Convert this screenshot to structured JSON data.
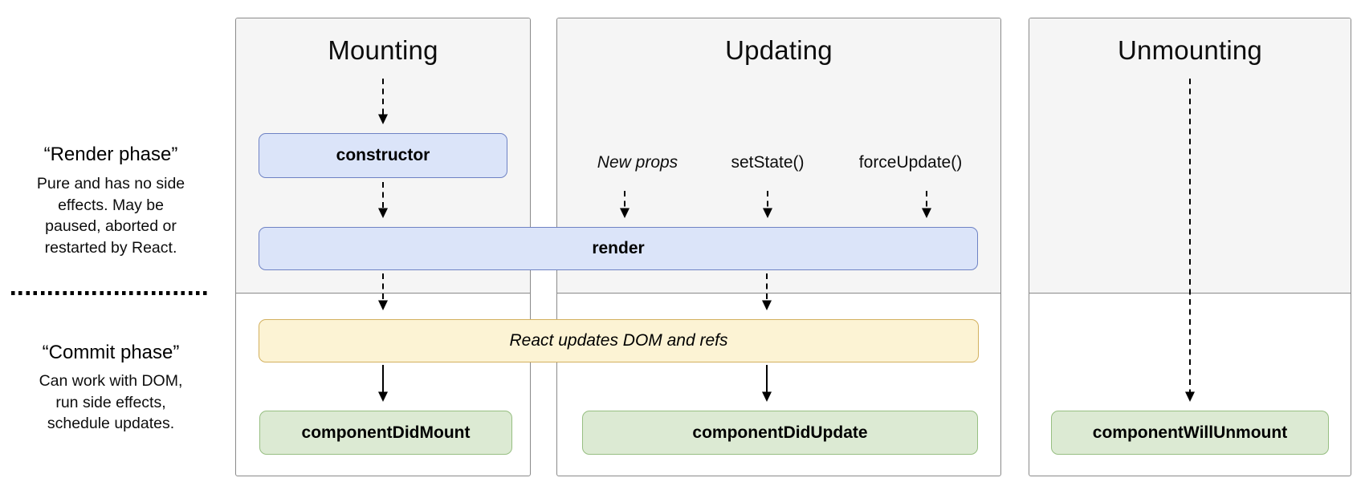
{
  "sidebar": {
    "render_phase": {
      "title": "“Render phase”",
      "description_lines": [
        "Pure and has no side",
        "effects. May be",
        "paused, aborted or",
        "restarted by React."
      ]
    },
    "commit_phase": {
      "title": "“Commit phase”",
      "description_lines": [
        "Can work with DOM,",
        "run side effects,",
        "schedule updates."
      ]
    }
  },
  "columns": {
    "mounting": {
      "title": "Mounting"
    },
    "updating": {
      "title": "Updating"
    },
    "unmounting": {
      "title": "Unmounting"
    }
  },
  "triggers": {
    "new_props": {
      "label": "New props"
    },
    "set_state": {
      "label": "setState()"
    },
    "force_update": {
      "label": "forceUpdate()"
    }
  },
  "boxes": {
    "constructor": {
      "label": "constructor"
    },
    "render": {
      "label": "render"
    },
    "react_updates": {
      "label": "React updates DOM and refs"
    },
    "component_did_mount": {
      "label": "componentDidMount"
    },
    "component_did_update": {
      "label": "componentDidUpdate"
    },
    "component_will_unmount": {
      "label": "componentWillUnmount"
    }
  },
  "colors": {
    "panel_background": "#f5f5f5",
    "panel_border": "#8a8a8a",
    "blue_fill": "#dbe4f9",
    "blue_border": "#6e82c4",
    "yellow_fill": "#fcf3d4",
    "yellow_border": "#d3b15f",
    "green_fill": "#dcead3",
    "green_border": "#97bf82",
    "arrow": "#000000"
  }
}
